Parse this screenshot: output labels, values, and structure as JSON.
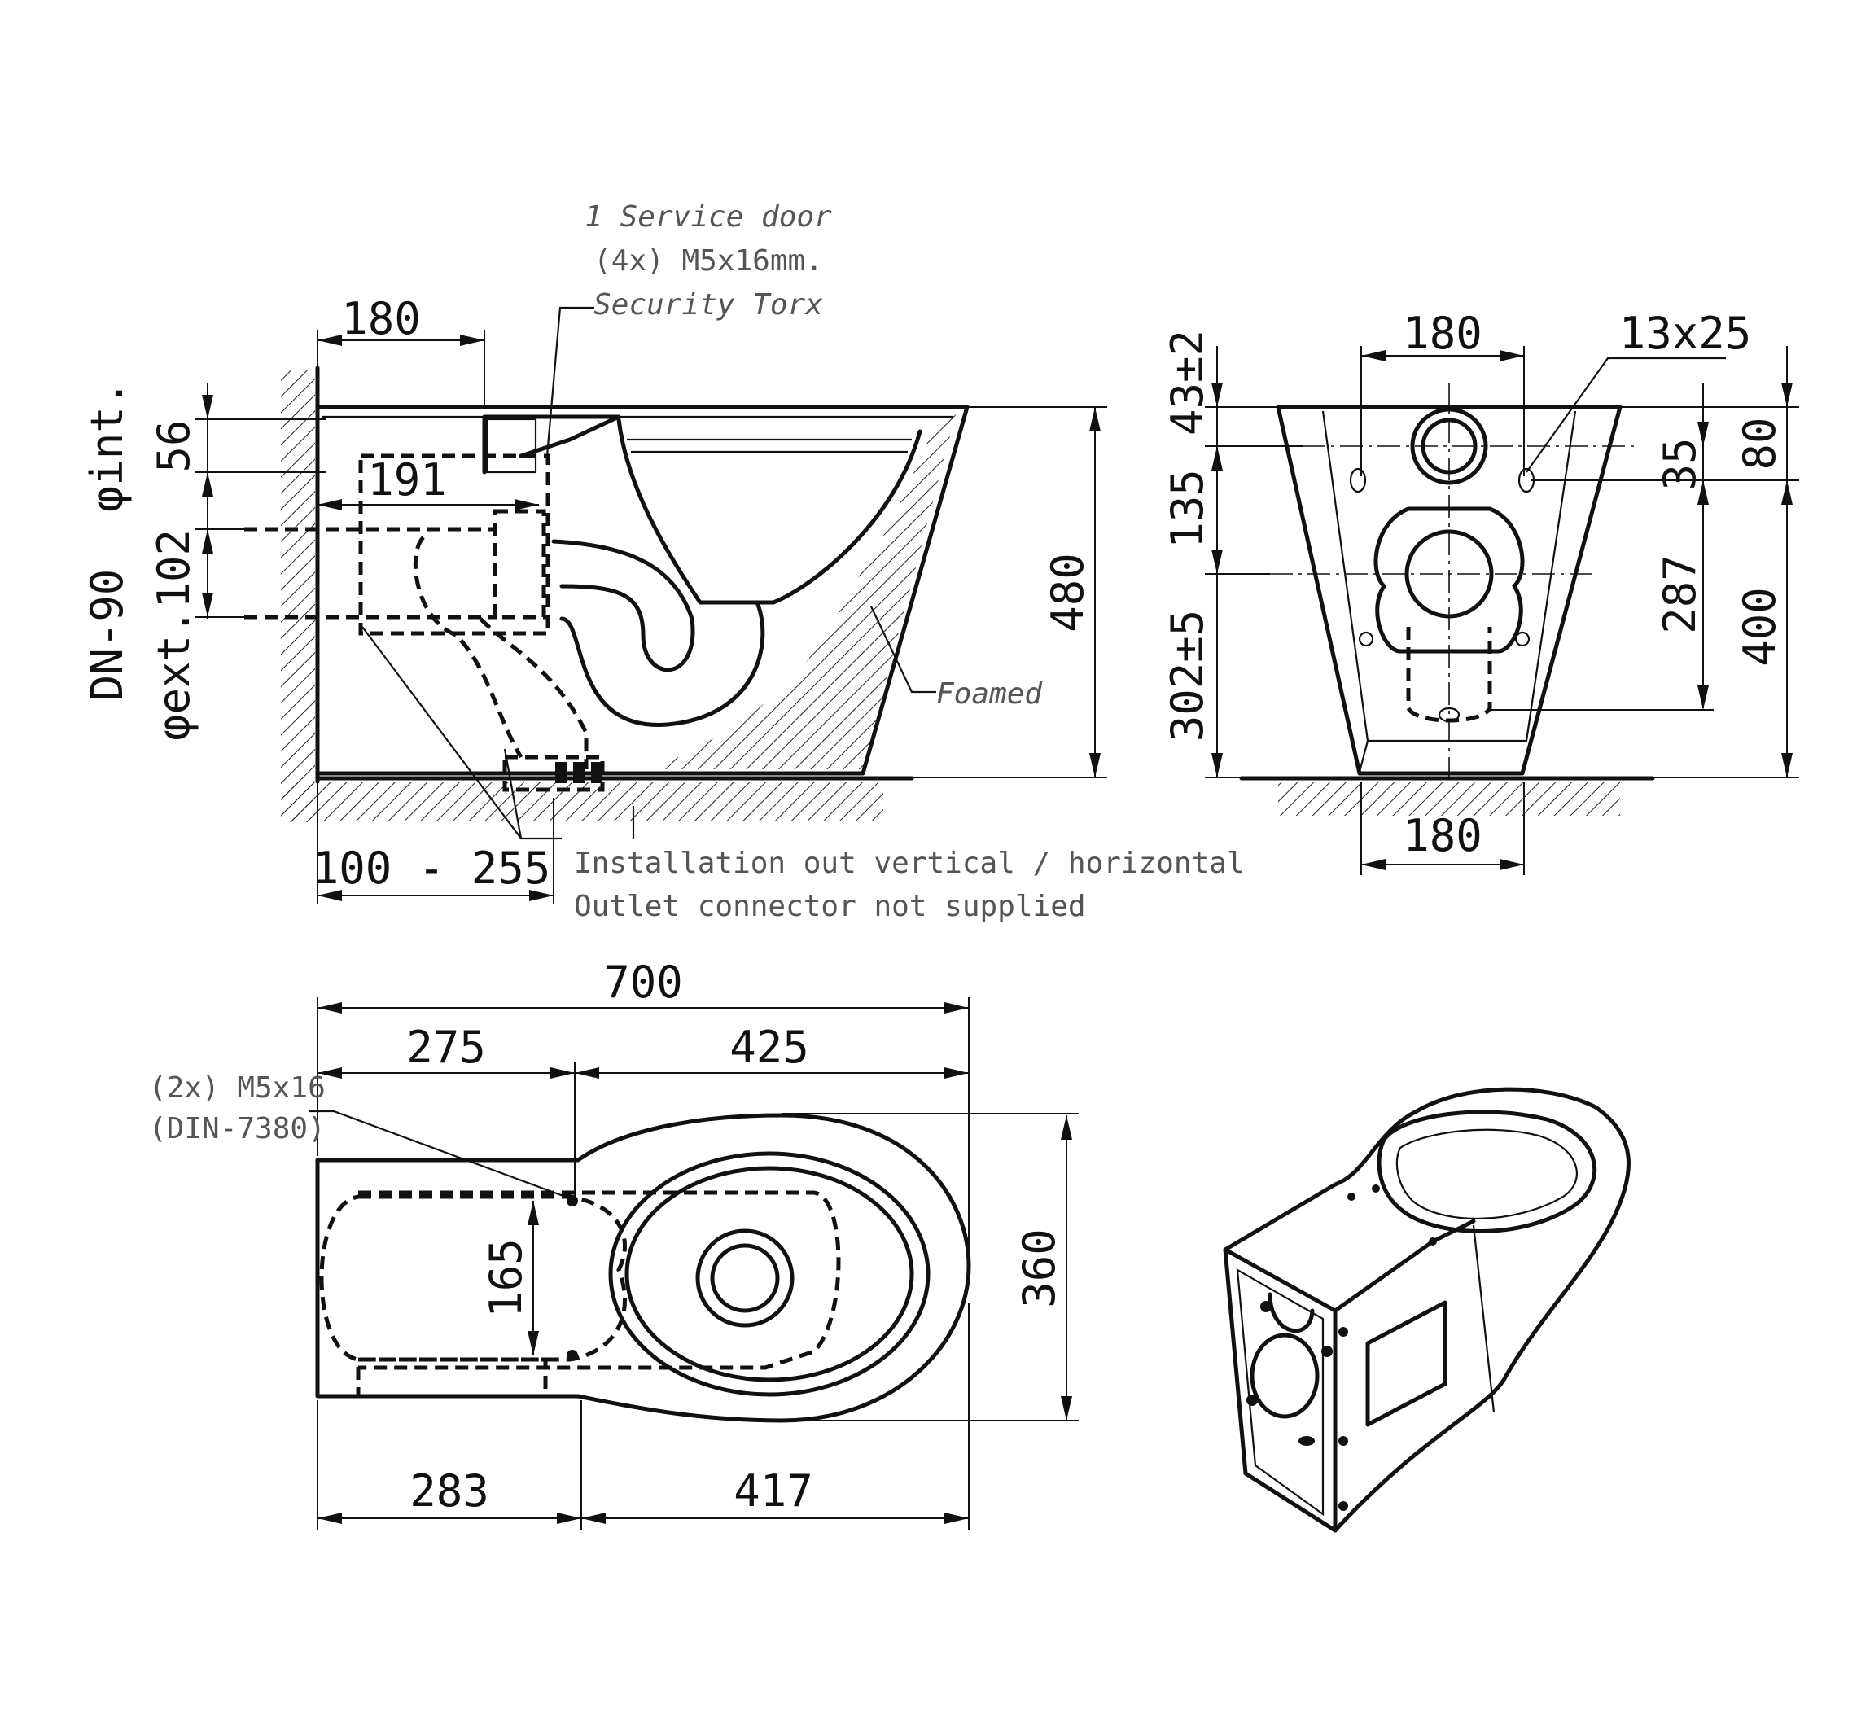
{
  "side_view": {
    "dims": {
      "d180_top": "180",
      "d191": "191",
      "d480": "480",
      "d100_255": "100 - 255",
      "d56": "56",
      "phi_int": "φint.",
      "dn90": "DN-90",
      "phi_ext102": "φext.102"
    },
    "notes": {
      "service_door": "1 Service door",
      "screws": "(4x) M5x16mm.",
      "torx": "Security Torx",
      "foamed": "Foamed",
      "install": "Installation out vertical / horizontal",
      "outlet": "Outlet connector not supplied"
    }
  },
  "rear_view": {
    "dims": {
      "d180_top": "180",
      "d13x25": "13x25",
      "d43": "43±2",
      "d135": "135",
      "d302": "302±5",
      "d80": "80",
      "d35": "35",
      "d287": "287",
      "d400": "400",
      "d180_bottom": "180"
    }
  },
  "top_view": {
    "dims": {
      "d700": "700",
      "d275": "275",
      "d425": "425",
      "d165": "165",
      "d360": "360",
      "d283": "283",
      "d417": "417"
    },
    "notes": {
      "screws": "(2x) M5x16",
      "din": "(DIN-7380)"
    }
  }
}
